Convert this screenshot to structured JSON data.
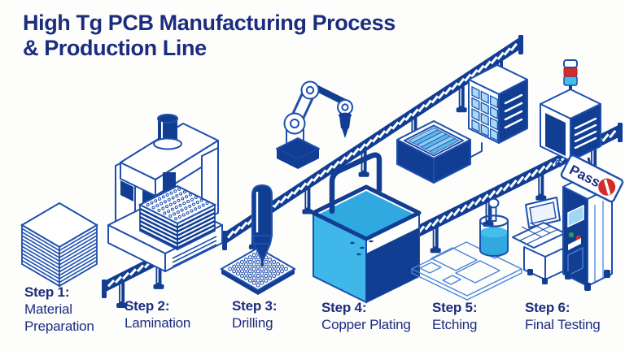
{
  "title": {
    "line1": "High Tg PCB Manufacturing Process",
    "line2": "& Production Line"
  },
  "steps": [
    {
      "label": "Step 1:",
      "caption": "Material\nPreparation"
    },
    {
      "label": "Step 2:",
      "caption": "Lamination"
    },
    {
      "label": "Step 3:",
      "caption": "Drilling"
    },
    {
      "label": "Step 4:",
      "caption": "Copper Plating"
    },
    {
      "label": "Step 5:",
      "caption": "Etching"
    },
    {
      "label": "Step 6:",
      "caption": "Final Testing"
    }
  ],
  "sign": {
    "text": "Pass"
  },
  "colors": {
    "navy_text": "#1c2c7e",
    "line_blue": "#1d4fae",
    "fill_navy": "#113e92",
    "cyan": "#2fa9e0",
    "light_cyan": "#45bdeb",
    "pale_cyan": "#a5dbf5",
    "red": "#d42b2b",
    "green": "#1ba34c",
    "white": "#ffffff"
  },
  "illustration": {
    "machines": [
      "material-stack-icon",
      "conveyor-belt-icon",
      "lamination-press-icon",
      "robot-arm-icon",
      "drill-icon",
      "drilled-pcb-icon",
      "copper-plating-tank-icon",
      "etched-pcb-outline-icon",
      "etchant-bottle-icon",
      "process-oven-icon",
      "control-cabinet-icon",
      "inspection-gate-icon",
      "signal-tower-light-icon",
      "test-console-icon",
      "test-kiosk-icon",
      "pass-sign-icon"
    ]
  }
}
